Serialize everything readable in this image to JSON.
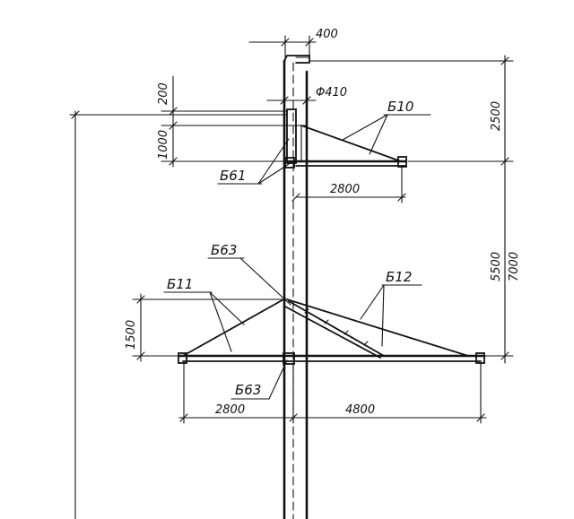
{
  "labels": {
    "top_width": "400",
    "diameter": "Φ410",
    "dim_200": "200",
    "dim_1000": "1000",
    "dim_2500": "2500",
    "dim_2800_upper": "2800",
    "dim_5500": "5500",
    "dim_7000": "7000",
    "dim_1500": "1500",
    "dim_2800_lower": "2800",
    "dim_4800": "4800"
  },
  "callouts": {
    "b10": "Б10",
    "b61": "Б61",
    "b63_top": "Б63",
    "b11": "Б11",
    "b12": "Б12",
    "b63_bottom": "Б63"
  }
}
